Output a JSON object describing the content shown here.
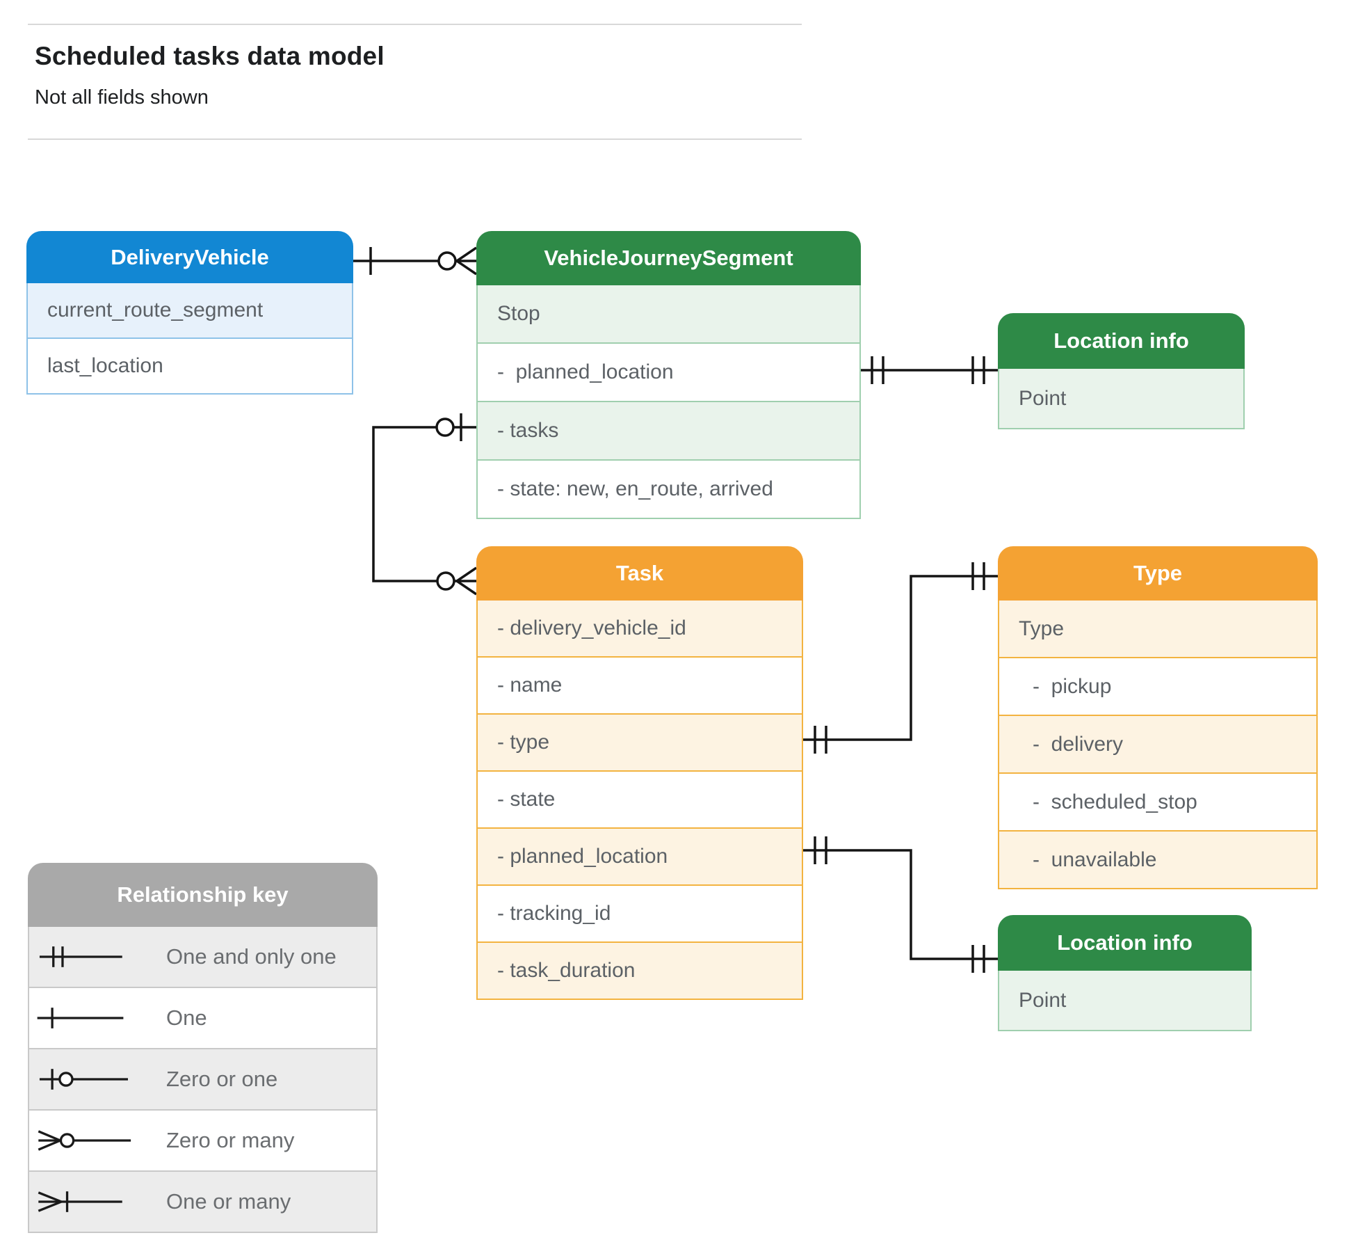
{
  "header": {
    "title": "Scheduled tasks data model",
    "subtitle": "Not all fields shown"
  },
  "entities": {
    "delivery_vehicle": {
      "title": "DeliveryVehicle",
      "rows": [
        "current_route_segment",
        "last_location"
      ]
    },
    "vehicle_journey_segment": {
      "title": "VehicleJourneySegment",
      "rows": [
        "Stop",
        "-  planned_location",
        "- tasks",
        "- state: new, en_route, arrived"
      ]
    },
    "location_info_top": {
      "title": "Location info",
      "rows": [
        "Point"
      ]
    },
    "task": {
      "title": "Task",
      "rows": [
        "- delivery_vehicle_id",
        "- name",
        "- type",
        "- state",
        "- planned_location",
        "- tracking_id",
        "- task_duration"
      ]
    },
    "type": {
      "title": "Type",
      "rows": [
        "Type",
        "-  pickup",
        "-  delivery",
        "-  scheduled_stop",
        "-  unavailable"
      ]
    },
    "location_info_bottom": {
      "title": "Location info",
      "rows": [
        "Point"
      ]
    }
  },
  "legend": {
    "title": "Relationship key",
    "items": [
      {
        "symbol": "one-and-only-one",
        "label": "One and only one"
      },
      {
        "symbol": "one",
        "label": "One"
      },
      {
        "symbol": "zero-or-one",
        "label": "Zero or one"
      },
      {
        "symbol": "zero-or-many",
        "label": "Zero or many"
      },
      {
        "symbol": "one-or-many",
        "label": "One or many"
      }
    ]
  },
  "relationships": [
    {
      "from": "DeliveryVehicle",
      "to": "VehicleJourneySegment",
      "from_cardinality": "one",
      "to_cardinality": "zero-or-many"
    },
    {
      "from": "VehicleJourneySegment.tasks",
      "to": "Task",
      "from_cardinality": "zero-or-one",
      "to_cardinality": "zero-or-many"
    },
    {
      "from": "VehicleJourneySegment.planned_location",
      "to": "Location info",
      "from_cardinality": "one-and-only-one",
      "to_cardinality": "one-and-only-one"
    },
    {
      "from": "Task.type",
      "to": "Type",
      "from_cardinality": "one-and-only-one",
      "to_cardinality": "one-and-only-one"
    },
    {
      "from": "Task.planned_location",
      "to": "Location info",
      "from_cardinality": "one-and-only-one",
      "to_cardinality": "one-and-only-one"
    }
  ],
  "colors": {
    "blue_header": "#1287d3",
    "blue_tint": "#e7f1fb",
    "blue_border": "#8ec2e8",
    "green_header": "#2e8a47",
    "green_tint": "#e9f3eb",
    "green_border": "#9fcfae",
    "orange_header": "#f4a233",
    "orange_tint": "#fdf3e2",
    "orange_border": "#f3b340",
    "gray_header": "#a9a9a9",
    "gray_tint": "#ececec",
    "gray_border": "#c9c9c9",
    "connector": "#141414"
  }
}
